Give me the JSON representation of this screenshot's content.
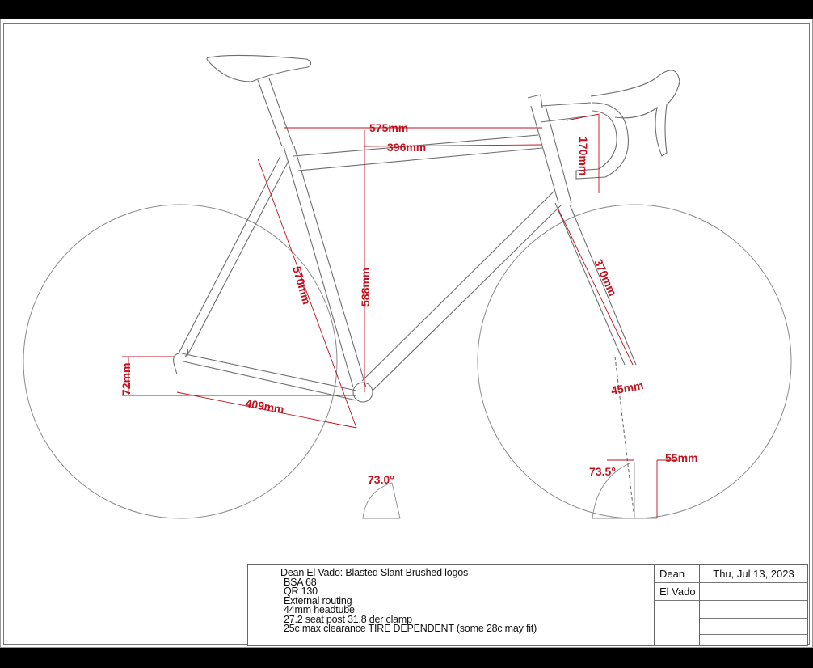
{
  "drawing": {
    "subject": "Road bicycle frame geometry drawing",
    "dimensions": {
      "top_tube_effective": "575mm",
      "top_tube_actual": "396mm",
      "head_tube_length": "170mm",
      "seat_tube_ct": "570mm",
      "stack_height": "588mm",
      "fork_length": "370mm",
      "fork_offset": "45mm",
      "trail": "55mm",
      "chainstay_length": "409mm",
      "bb_drop": "72mm",
      "seat_angle": "73.0°",
      "head_angle": "73.5°"
    },
    "colors": {
      "dimension_red": "#c1121f",
      "line_gray": "#7a7a7a",
      "background": "#ffffff",
      "frame": "#000000"
    }
  },
  "title_block": {
    "notes": [
      "Dean El Vado: Blasted Slant Brushed logos",
      "BSA 68",
      "QR 130",
      "External routing",
      "44mm headtube",
      "27.2 seat post 31.8 der clamp",
      "25c max clearance TIRE DEPENDENT (some 28c may fit)"
    ],
    "name_first": "Dean",
    "name_last": "El Vado",
    "date": "Thu, Jul 13, 2023"
  }
}
